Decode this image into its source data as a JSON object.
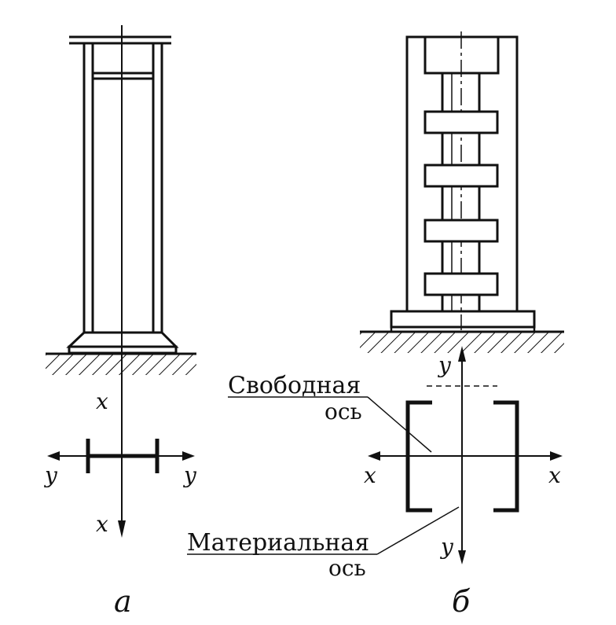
{
  "figure_a": {
    "axis_x_top": "x",
    "axis_x_bottom": "x",
    "axis_y_left": "y",
    "axis_y_right": "y",
    "caption": "a"
  },
  "figure_b": {
    "axis_y_top": "y",
    "axis_y_bottom": "y",
    "axis_x_left": "x",
    "axis_x_right": "x",
    "free_axis_label_line1": "Свободная",
    "free_axis_label_line2": "ось",
    "material_axis_label_line1": "Материальная",
    "material_axis_label_line2": "ось",
    "caption": "б"
  }
}
